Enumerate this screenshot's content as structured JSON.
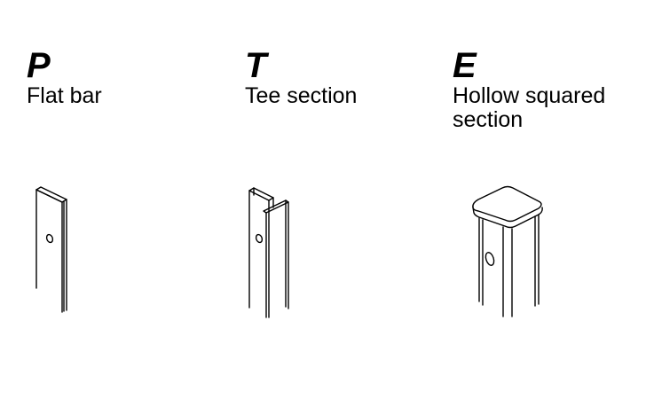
{
  "profiles": [
    {
      "code": "P",
      "name": "Flat bar",
      "icon": "flat-bar-icon"
    },
    {
      "code": "T",
      "name": "Tee section",
      "icon": "tee-section-icon"
    },
    {
      "code": "E",
      "name": "Hollow squared\nsection",
      "icon": "hollow-square-section-icon"
    }
  ]
}
